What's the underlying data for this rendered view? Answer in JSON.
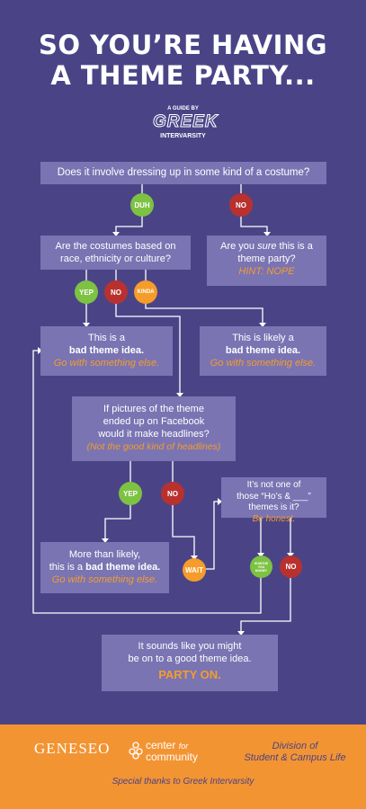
{
  "header": {
    "title_line1": "SO YOU’RE HAVING",
    "title_line2": "A THEME PARTY...",
    "guide_by": "A GUIDE BY",
    "logo_word": "GREEK",
    "logo_sub": "INTERVARSITY"
  },
  "flow": {
    "q1": "Does it involve dressing up in some kind of a costume?",
    "duh": "DUH",
    "no": "NO",
    "q_sure_a": "Are you ",
    "q_sure_em": "sure",
    "q_sure_b": " this is a theme party?",
    "hint": "HINT: NOPE",
    "q2_line1": "Are the costumes based on",
    "q2_line2": "race, ethnicity or culture?",
    "yep": "YEP",
    "kinda": "KINDA",
    "bad1_line1": "This is a",
    "bad_theme": "bad theme idea.",
    "go_else": "Go with something else.",
    "likely_line1": "This is likely a",
    "q3_line1": "If pictures of the theme",
    "q3_line2": "ended up on Facebook",
    "q3_line3": "would it make headlines?",
    "q3_note": "(Not the good kind of headlines)",
    "q4_line1": "It’s not one of",
    "q4_line2": "those “Ho’s & ___”",
    "q4_line3": "themes is it?",
    "be_honest": "Be honest.",
    "how": "HOW'DID YOU KNOW?",
    "wait": "WAIT",
    "more_line1": "More than likely,",
    "more_line2a": "this is a ",
    "good_line1": "It sounds like you might",
    "good_line2": "be on to a good theme idea.",
    "party_on": "PARTY ON."
  },
  "footer": {
    "geneseo": "GENESEO",
    "center_line1": "center",
    "center_for": "for",
    "center_line2": "community",
    "division_line1": "Division of",
    "division_line2": "Student & Campus Life",
    "thanks": "Special thanks to Greek Intervarsity"
  },
  "colors": {
    "background": "#4a4487",
    "box": "#7a74b3",
    "green": "#7dc243",
    "red": "#b8312f",
    "orange": "#f59c2a",
    "footer": "#f39433"
  }
}
